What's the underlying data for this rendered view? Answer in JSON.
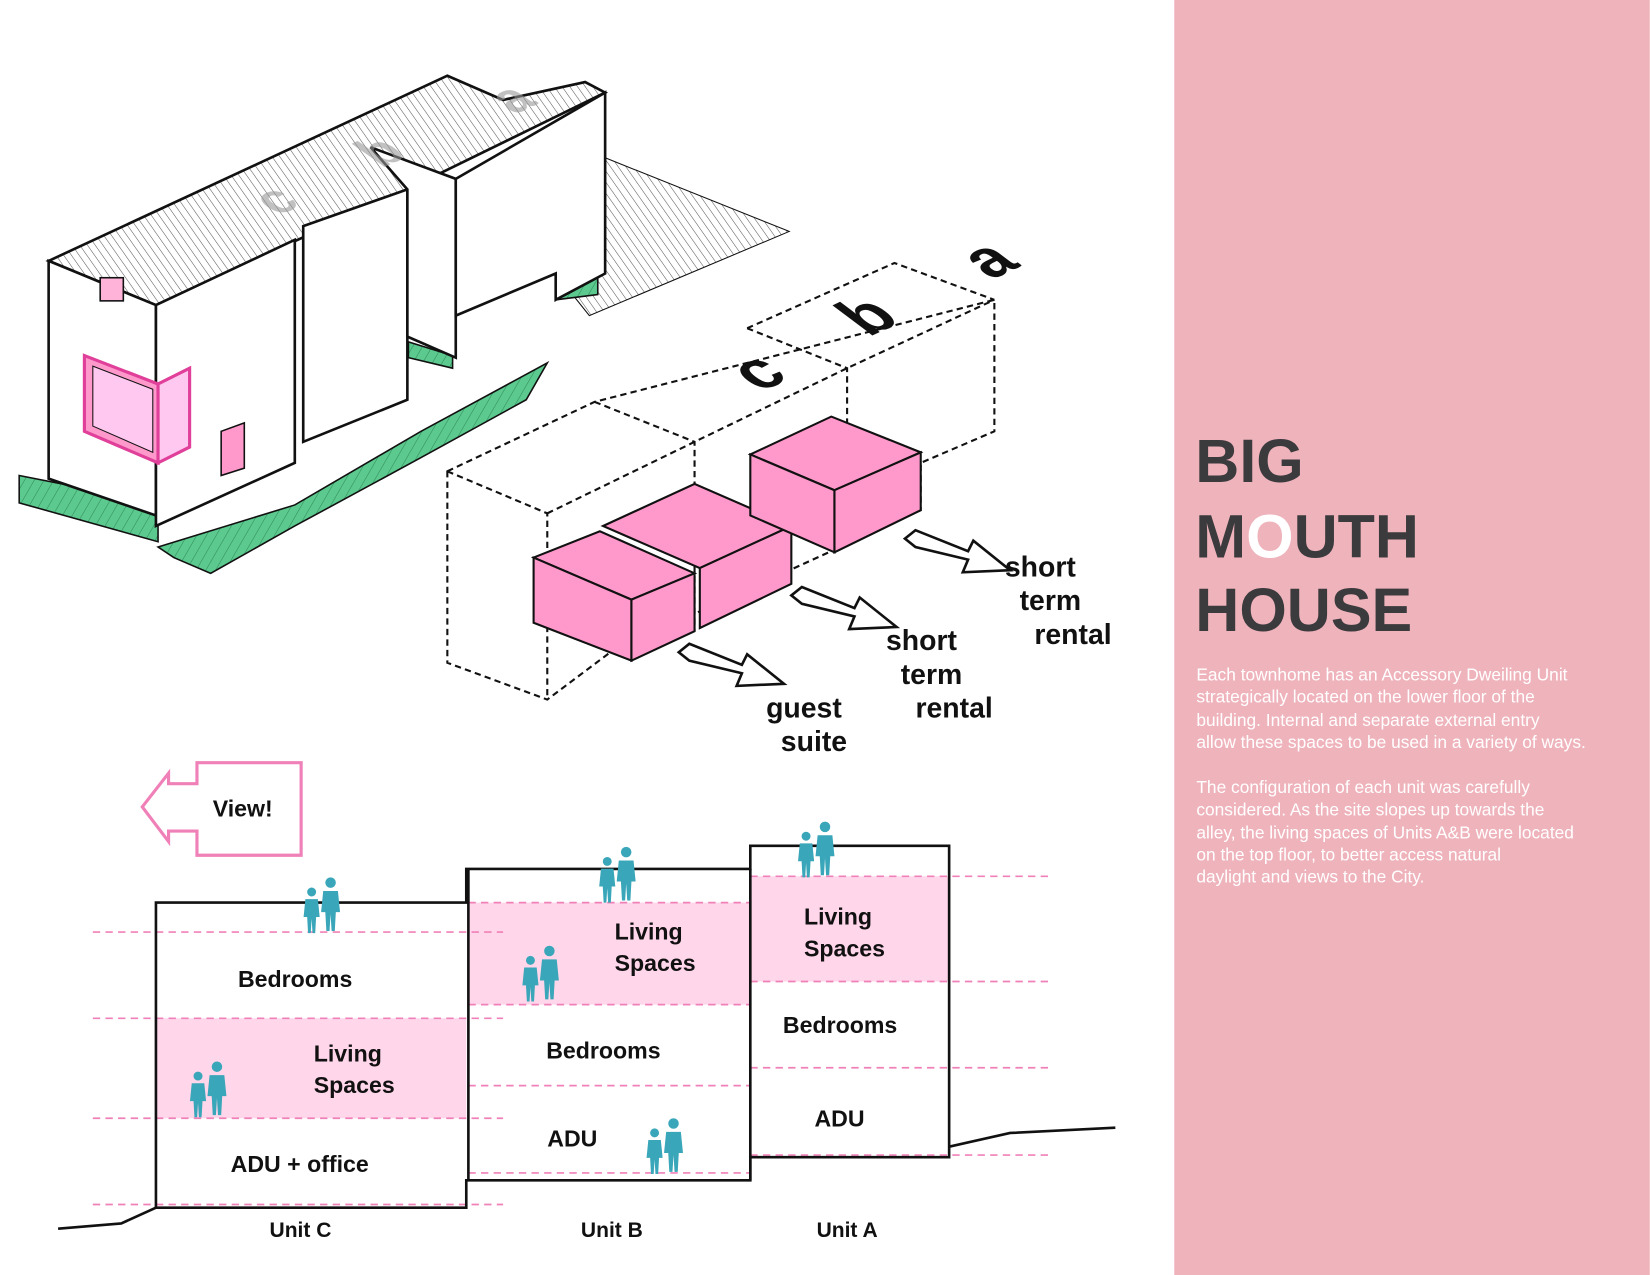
{
  "title": {
    "line1": "BIG",
    "line2_pre": "M",
    "line2_o": "O",
    "line2_post": "UTH",
    "line3": "HOUSE"
  },
  "description": {
    "paragraph1": [
      "Each townhome has an Accessory Dweiling Unit",
      "strategically located on the lower floor of the",
      "building. Internal and separate external entry",
      "allow these spaces to be used in a variety of ways."
    ],
    "paragraph2": [
      "The configuration of each unit was carefully",
      "considered. As the site slopes up towards the",
      "alley, the living spaces of Units A&B were located",
      "on the top floor, to better access natural",
      "daylight and views to the City."
    ]
  },
  "axonometric": {
    "roof_letters": [
      "c",
      "b",
      "a"
    ],
    "unit_letters": [
      "c",
      "b",
      "a"
    ],
    "uses": [
      [
        "guest",
        "suite"
      ],
      [
        "short",
        "term",
        "rental"
      ],
      [
        "short",
        "term",
        "rental"
      ]
    ]
  },
  "view_callout": "View!",
  "section": {
    "units": [
      {
        "name": "Unit C",
        "floors": [
          "Bedrooms",
          "Living Spaces",
          "ADU + office"
        ]
      },
      {
        "name": "Unit B",
        "floors": [
          "Living Spaces",
          "Bedrooms",
          "ADU"
        ]
      },
      {
        "name": "Unit A",
        "floors": [
          "Living Spaces",
          "Bedrooms",
          "ADU"
        ]
      }
    ],
    "labels": {
      "c_bed": "Bedrooms",
      "c_living1": "Living",
      "c_living2": "Spaces",
      "c_adu": "ADU + office",
      "b_living1": "Living",
      "b_living2": "Spaces",
      "b_bed": "Bedrooms",
      "b_adu": "ADU",
      "a_living1": "Living",
      "a_living2": "Spaces",
      "a_bed": "Bedrooms",
      "a_adu": "ADU"
    }
  },
  "colors": {
    "panel": "#efb3bc",
    "pink": "#ff99cc",
    "light_pink": "#ffd6ea",
    "teal": "#3aa6b9",
    "green": "#5cc98e",
    "title": "#3b3a3d"
  }
}
